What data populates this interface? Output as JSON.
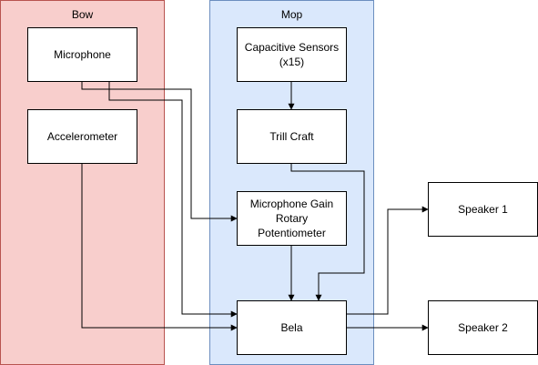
{
  "colors": {
    "bow_fill": "#f8cecc",
    "bow_stroke": "#b85450",
    "mop_fill": "#dae8fc",
    "mop_stroke": "#6c8ebf",
    "line": "#000000"
  },
  "groups": {
    "bow": {
      "title": "Bow"
    },
    "mop": {
      "title": "Mop"
    }
  },
  "nodes": {
    "microphone": "Microphone",
    "accelerometer": "Accelerometer",
    "capacitive_sensors": "Capacitive Sensors\n(x15)",
    "trill_craft": "Trill Craft",
    "gain_pot": "Microphone Gain\nRotary Potentiometer",
    "bela": "Bela",
    "speaker1": "Speaker 1",
    "speaker2": "Speaker 2"
  },
  "edges": [
    {
      "from": "microphone",
      "to": "gain_pot"
    },
    {
      "from": "microphone",
      "to": "bela"
    },
    {
      "from": "accelerometer",
      "to": "bela"
    },
    {
      "from": "capacitive_sensors",
      "to": "trill_craft"
    },
    {
      "from": "trill_craft",
      "to": "bela"
    },
    {
      "from": "gain_pot",
      "to": "bela"
    },
    {
      "from": "bela",
      "to": "speaker1"
    },
    {
      "from": "bela",
      "to": "speaker2"
    }
  ]
}
